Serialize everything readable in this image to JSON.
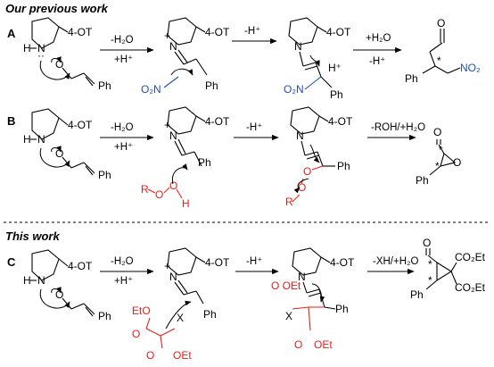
{
  "headings": {
    "previous": "Our previous work",
    "current": "This work"
  },
  "rows": {
    "A": {
      "label": "A",
      "cond1_top": "-H₂O",
      "cond1_bot": "+H⁺",
      "cond2_top": "-H⁺",
      "cond3_top": "+H₂O",
      "cond3_bot": "-H⁺"
    },
    "B": {
      "label": "B",
      "cond1_top": "-H₂O",
      "cond1_bot": "+H⁺",
      "cond2_top": "-H⁺",
      "cond3_top": "-ROH/+H₂O"
    },
    "C": {
      "label": "C",
      "cond1_top": "-H₂O",
      "cond1_bot": "+H⁺",
      "cond2_top": "-H⁺",
      "cond3_top": "-XH/+H₂O"
    }
  },
  "atoms": {
    "N": "N",
    "H": "H",
    "O": "O",
    "OT": "4-OT",
    "Ph": "Ph",
    "R": "R",
    "X": "X",
    "plus": "+",
    "lone_pair": "··",
    "star": "*",
    "Hplus": "H⁺",
    "O2N": "O₂N",
    "NO2": "NO₂",
    "EtO": "EtO",
    "OEt": "OEt",
    "OEt_line": "O  OEt",
    "Et": "Et",
    "CO2Et": "CO₂Et"
  },
  "colors": {
    "blue": "#1f4fb0",
    "red": "#e8201a",
    "black": "#000000"
  }
}
